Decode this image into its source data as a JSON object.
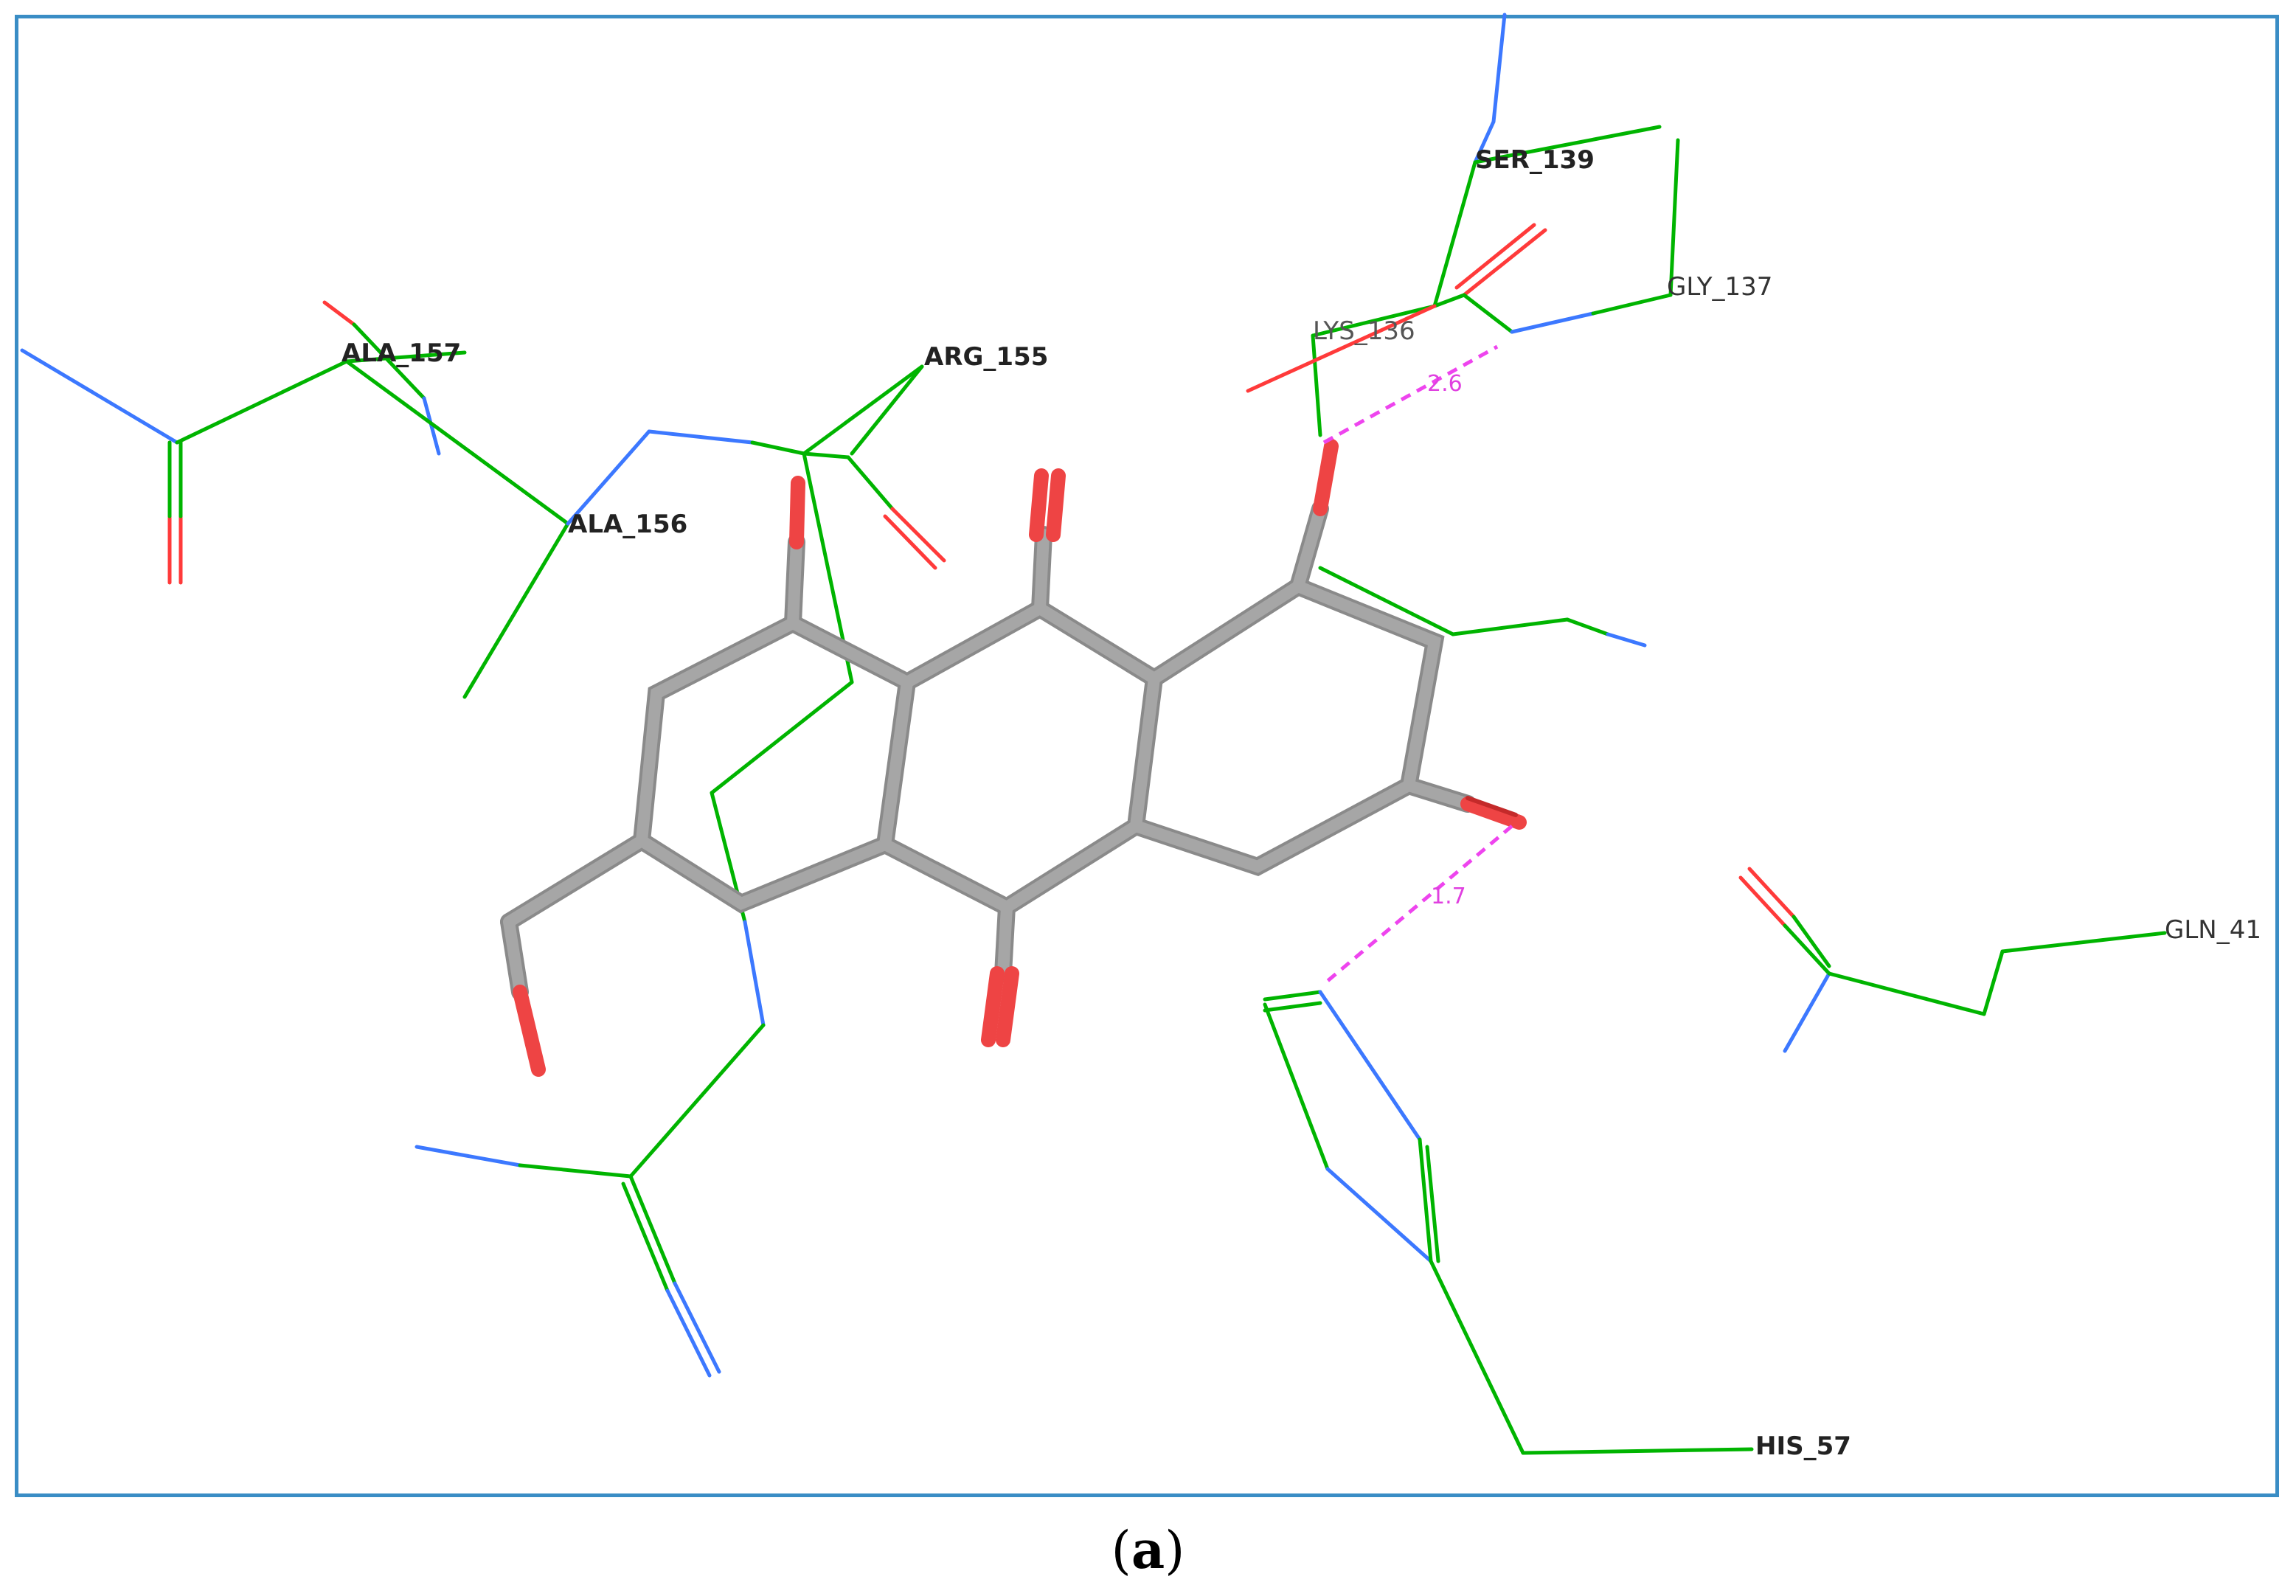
{
  "colors": {
    "carbon": "#00b400",
    "nitrogen": "#3c78ff",
    "oxygen": "#ff3a3a",
    "ligand_carbon": "#9a9a9a",
    "ligand_oxygen": "#ee4444",
    "hbond": "#ee44ee",
    "frame": "#3a8dc5"
  },
  "residues": [
    "ALA_157",
    "ARG_155",
    "ALA_156",
    "SER_139",
    "LYS_136",
    "GLY_137",
    "GLN_41",
    "HIS_57"
  ],
  "hbond_distances": [
    "2.6",
    "1.7"
  ],
  "caption": {
    "open": "(",
    "letter": "a",
    "close": ")"
  }
}
